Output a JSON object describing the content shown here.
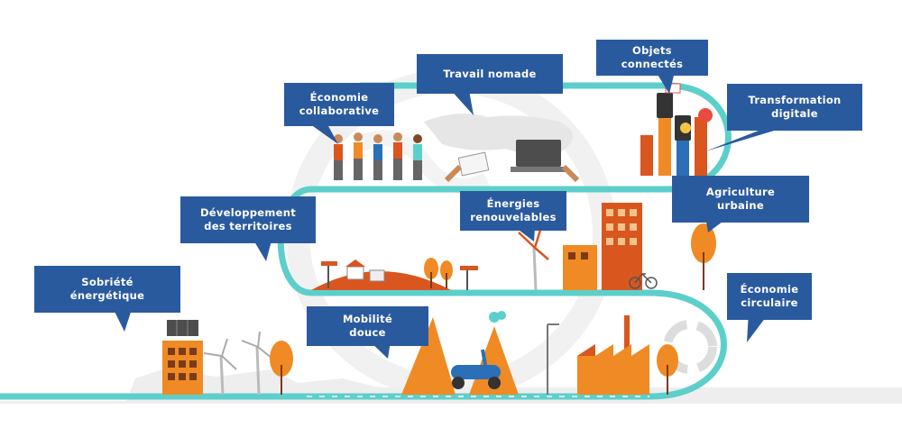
{
  "colors": {
    "callout": "#2a5a9e",
    "road": "#5ccfcb",
    "orange": "#f08a24",
    "dark_orange": "#d9561f",
    "brown": "#7a3b1a",
    "grey": "#e8e8e8",
    "scooter": "#2a6fb8"
  },
  "callouts": [
    {
      "id": "economie-collaborative",
      "lines": [
        "Économie",
        "collaborative"
      ]
    },
    {
      "id": "travail-nomade",
      "lines": [
        "Travail nomade"
      ]
    },
    {
      "id": "objets-connectes",
      "lines": [
        "Objets",
        "connectés"
      ]
    },
    {
      "id": "transformation-digitale",
      "lines": [
        "Transformation",
        "digitale"
      ]
    },
    {
      "id": "developpement-territoires",
      "lines": [
        "Développement",
        "des territoires"
      ]
    },
    {
      "id": "energies-renouvelables",
      "lines": [
        "Énergies",
        "renouvelables"
      ]
    },
    {
      "id": "agriculture-urbaine",
      "lines": [
        "Agriculture",
        "urbaine"
      ]
    },
    {
      "id": "sobriete-energetique",
      "lines": [
        "Sobriété",
        "énergétique"
      ]
    },
    {
      "id": "mobilite-douce",
      "lines": [
        "Mobilité",
        "douce"
      ]
    },
    {
      "id": "economie-circulaire",
      "lines": [
        "Économie",
        "circulaire"
      ]
    }
  ]
}
